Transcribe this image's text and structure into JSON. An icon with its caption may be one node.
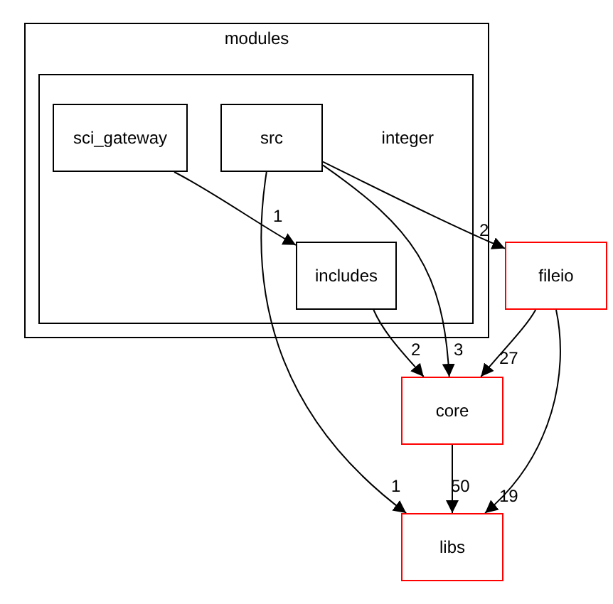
{
  "diagram": {
    "nodes": [
      {
        "text": [
          "modules"
        ]
      },
      {
        "text": [
          "integer"
        ],
        "in": 0
      },
      {
        "text": [
          "sci_gateway"
        ],
        "in": 1
      },
      {
        "text": [
          "src"
        ],
        "in": 1
      },
      {
        "text": [
          "includes"
        ],
        "in": 1
      },
      {
        "text": [
          "fileio"
        ]
      },
      {
        "text": [
          "core"
        ]
      },
      {
        "text": [
          "libs"
        ]
      }
    ],
    "edges": [
      {
        "from": 2,
        "to": 4,
        "arrow": "to",
        "label": "1"
      },
      {
        "from": 3,
        "to": 5,
        "arrow": "to",
        "label": "2"
      },
      {
        "from": 3,
        "to": 6,
        "arrow": "to",
        "label": "3"
      },
      {
        "from": 3,
        "to": 7,
        "arrow": "to",
        "label": "1"
      },
      {
        "from": 4,
        "to": 6,
        "arrow": "to",
        "label": "2"
      },
      {
        "from": 5,
        "to": 6,
        "arrow": "to",
        "label": "27"
      },
      {
        "from": 5,
        "to": 7,
        "arrow": "to",
        "label": "19"
      },
      {
        "from": 6,
        "to": 7,
        "arrow": "to",
        "label": "50"
      }
    ]
  }
}
